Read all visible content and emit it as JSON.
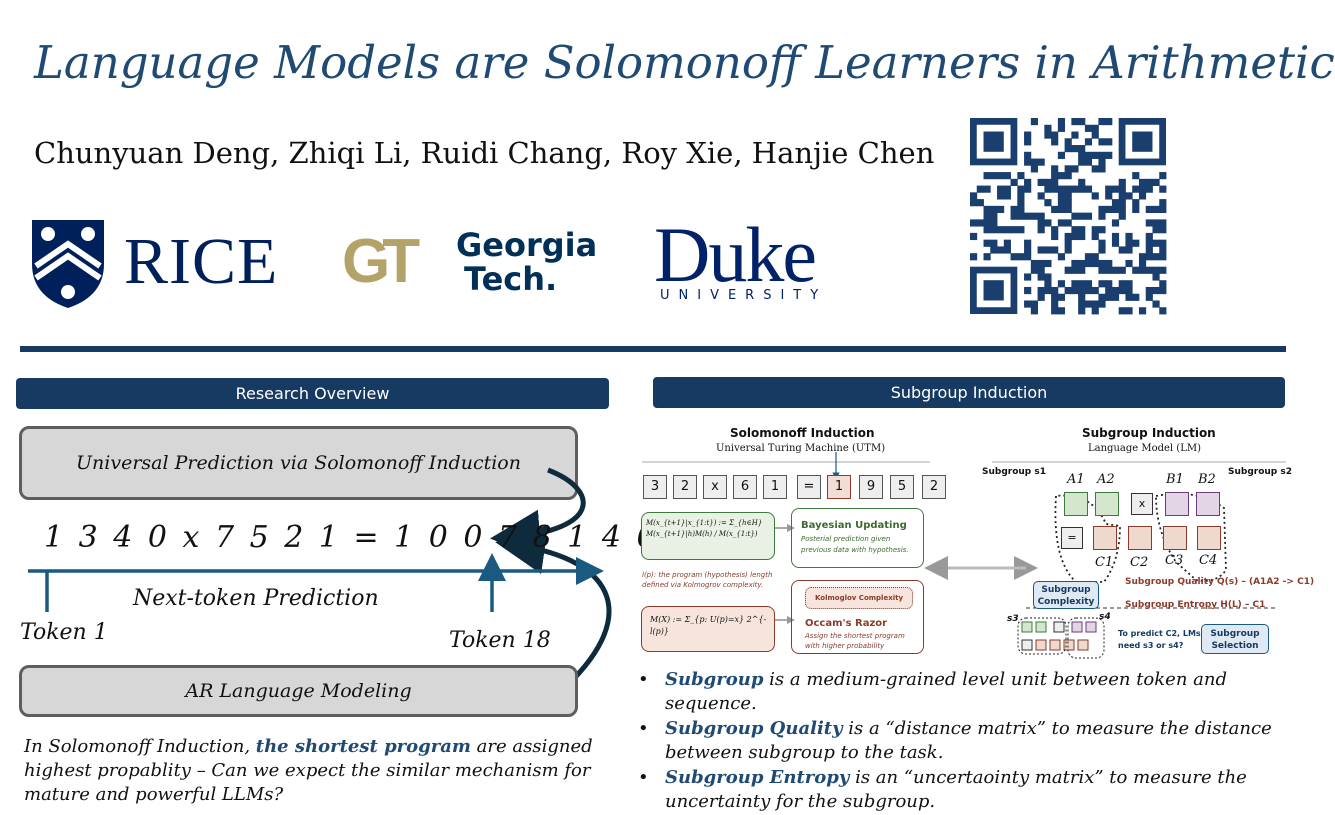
{
  "title": "Language Models are Solomonoff Learners in Arithmetic",
  "authors": "Chunyuan Deng, Zhiqi Li, Ruidi Chang, Roy Xie, Hanjie Chen",
  "logos": {
    "rice": "RICE",
    "gt_mark": "GT",
    "gt_line1": "Georgia",
    "gt_line2": "Tech.",
    "duke": "Duke",
    "duke_sub": "UNIVERSITY"
  },
  "colors": {
    "navy": "#163a62",
    "title_blue": "#1f4a73",
    "gt_gold": "#b3a369",
    "rice_blue": "#00205b",
    "duke_blue": "#012169"
  },
  "overview": {
    "header": "Research Overview",
    "box_top": "Universal Prediction via Solomonoff Induction",
    "sequence": "1 3 4 0 x 7 5 2 1 = 1 0 0 7 8 1 4 0",
    "next_token": "Next-token Prediction",
    "token_start": "Token 1",
    "token_end": "Token 18",
    "box_bottom": "AR Language Modeling",
    "text_pre": "In Solomonoff Induction, ",
    "text_highlight": "the shortest program",
    "text_post": " are assigned highest propablity – Can we expect the similar mechanism for mature and powerful LLMs?"
  },
  "subgroup": {
    "header": "Subgroup Induction",
    "left": {
      "title": "Solomonoff Induction",
      "subtitle": "Universal Turing Machine (UTM)",
      "tokens": [
        "3",
        "2",
        "x",
        "6",
        "1",
        "=",
        "1",
        "9",
        "5",
        "2"
      ],
      "bayes_title": "Bayesian Updating",
      "bayes_desc": "Posterial prediction given previous data with hypothesis.",
      "formula1": "M(x_{t+1}|x_{1:t}) := Σ_{h∈H} M(x_{t+1}|h)M(h) / M(x_{1:t})",
      "lp_note": "l(p): the program (hypothesis) length defined via Kolmogrov complexity.",
      "formula2": "M(X) := Σ_{p: U(p)=x} 2^{-l(p)}",
      "kolm": "Kolmoglov Complexity",
      "occam_title": "Occam's Razor",
      "occam_desc": "Assign the shortest program with higher probability"
    },
    "right": {
      "title": "Subgroup Induction",
      "subtitle": "Language Model (LM)",
      "s1": "Subgroup s1",
      "s2": "Subgroup s2",
      "labels_top": [
        "A1",
        "A2",
        "B1",
        "B2"
      ],
      "labels_bottom": [
        "C1",
        "C2",
        "C3",
        "C4"
      ],
      "op_x": "x",
      "op_eq": "=",
      "complexity": "Subgroup Complexity",
      "quality": "Subgroup Quality Q(s) – (A1A2 -> C1)",
      "entropy": "Subgroup Entropy H(L) – C1",
      "s3": "s3",
      "s4": "s4",
      "predict": "To predict C2, LMs need s3 or s4?",
      "selection": "Subgroup Selection"
    },
    "bullets": [
      {
        "key": "Subgroup",
        "text": " is a medium-grained level unit between token and sequence."
      },
      {
        "key": "Subgroup Quality",
        "text": " is a “distance matrix” to measure the distance between subgroup to the task."
      },
      {
        "key": "Subgroup Entropy",
        "text": " is an “uncertaointy matrix” to measure the uncertainty for the subgroup."
      }
    ]
  }
}
